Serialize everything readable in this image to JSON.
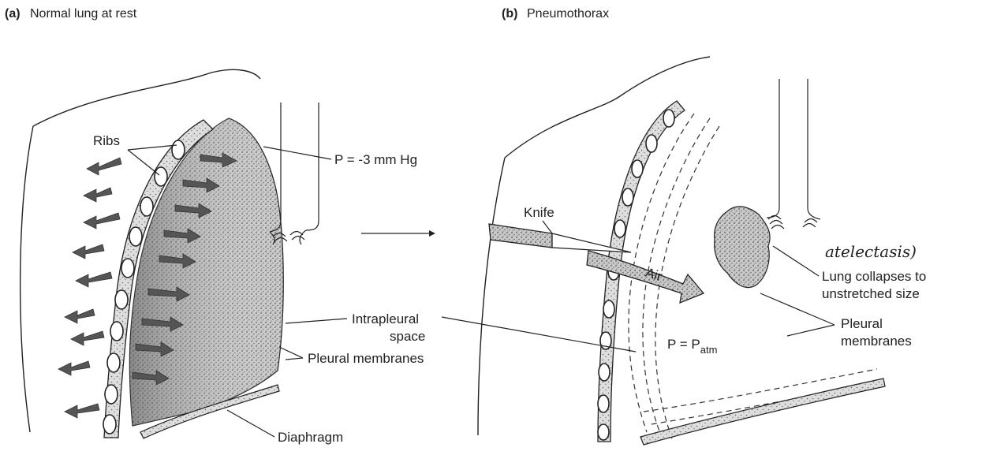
{
  "panel_a": {
    "letter": "(a)",
    "title": "Normal lung at rest",
    "labels": {
      "ribs": "Ribs",
      "pressure": "P = -3 mm Hg",
      "intrapleural_1": "Intrapleural",
      "intrapleural_2": "space",
      "pleural_membranes": "Pleural membranes",
      "diaphragm": "Diaphragm"
    }
  },
  "panel_b": {
    "letter": "(b)",
    "title": "Pneumothorax",
    "labels": {
      "knife": "Knife",
      "air": "Air",
      "pressure_main": "P = P",
      "pressure_sub": "atm",
      "collapse_1": "Lung collapses to",
      "collapse_2": "unstretched size",
      "pleural_1": "Pleural",
      "pleural_2": "membranes",
      "handwritten": "atelectasis)"
    }
  },
  "colors": {
    "ink": "#222222",
    "lung_fill": "#9a9a9a",
    "arrow_fill": "#555555",
    "paper": "#ffffff"
  }
}
